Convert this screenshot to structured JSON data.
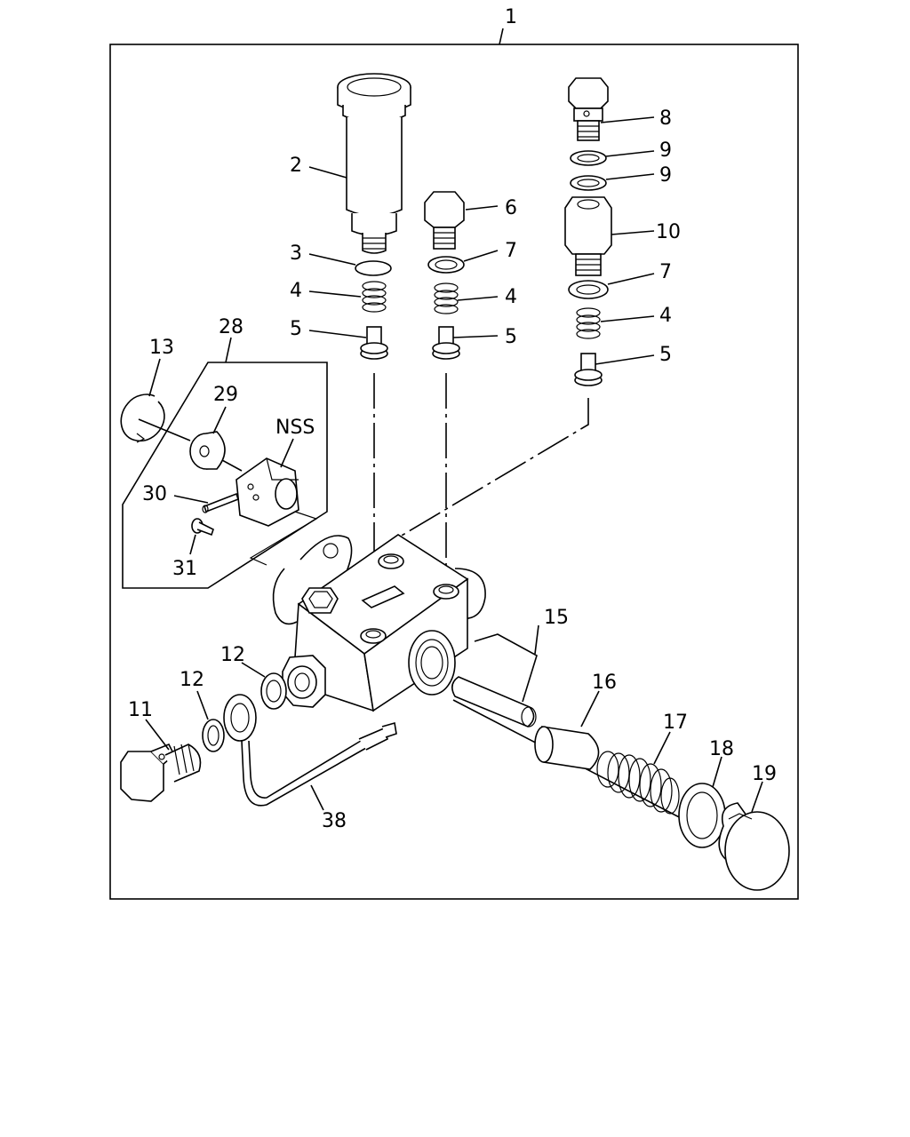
{
  "figure": {
    "labels": {
      "l1": "1",
      "l2": "2",
      "l3": "3",
      "l4a": "4",
      "l4b": "4",
      "l4c": "4",
      "l5a": "5",
      "l5b": "5",
      "l5c": "5",
      "l6": "6",
      "l7a": "7",
      "l7b": "7",
      "l8": "8",
      "l9a": "9",
      "l9b": "9",
      "l10": "10",
      "l11": "11",
      "l12a": "12",
      "l12b": "12",
      "l13": "13",
      "l15": "15",
      "l16": "16",
      "l17": "17",
      "l18": "18",
      "l19": "19",
      "l28": "28",
      "l29": "29",
      "l30": "30",
      "l31": "31",
      "l38": "38",
      "nss": "NSS"
    }
  }
}
